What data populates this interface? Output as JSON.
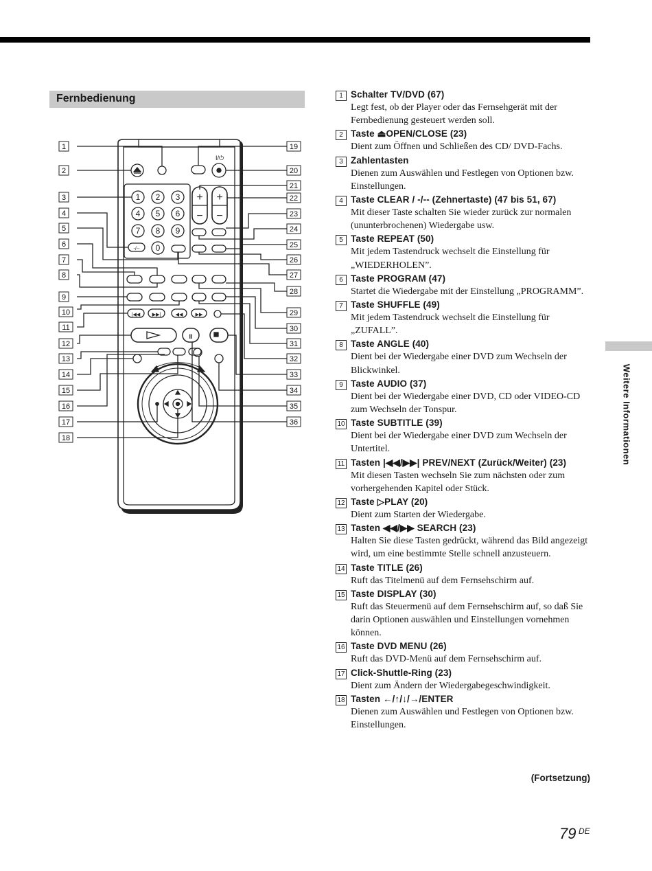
{
  "section": {
    "title": "Fernbedienung"
  },
  "remote": {
    "digits": [
      "1",
      "2",
      "3",
      "4",
      "5",
      "6",
      "7",
      "8",
      "9",
      "0"
    ],
    "clear_label": "-/--",
    "power_label": "I/⏻",
    "prev_next": [
      "|◀◀",
      "▶▶|"
    ],
    "search": [
      "◀◀",
      "▶▶"
    ],
    "play_symbol": "▷",
    "pause_symbol": "II",
    "stop_symbol": "■",
    "plus": "+",
    "minus": "−",
    "callouts_left": [
      "1",
      "2",
      "3",
      "4",
      "5",
      "6",
      "7",
      "8",
      "9",
      "10",
      "11",
      "12",
      "13",
      "14",
      "15",
      "16",
      "17",
      "18"
    ],
    "callouts_right": [
      "19",
      "20",
      "21",
      "22",
      "23",
      "24",
      "25",
      "26",
      "27",
      "28",
      "29",
      "30",
      "31",
      "32",
      "33",
      "34",
      "35",
      "36"
    ]
  },
  "entries": [
    {
      "num": "1",
      "title": "Schalter TV/DVD (67)",
      "desc": "Legt fest, ob der Player oder das Fernsehgerät mit der Fernbedienung gesteuert werden soll."
    },
    {
      "num": "2",
      "title": "Taste ⏏OPEN/CLOSE (23)",
      "desc": "Dient zum Öffnen und Schließen des CD/ DVD-Fachs."
    },
    {
      "num": "3",
      "title": "Zahlentasten",
      "desc": "Dienen zum Auswählen und Festlegen von Optionen bzw. Einstellungen."
    },
    {
      "num": "4",
      "title": "Taste CLEAR / -/-- (Zehnertaste) (47 bis 51, 67)",
      "desc": "Mit dieser Taste schalten Sie wieder zurück zur normalen (ununterbrochenen) Wiedergabe usw."
    },
    {
      "num": "5",
      "title": "Taste REPEAT (50)",
      "desc": "Mit jedem Tastendruck wechselt die Einstellung für „WIEDERHOLEN”."
    },
    {
      "num": "6",
      "title": "Taste PROGRAM (47)",
      "desc": "Startet die Wiedergabe mit der Einstellung „PROGRAMM”."
    },
    {
      "num": "7",
      "title": "Taste SHUFFLE (49)",
      "desc": "Mit jedem Tastendruck wechselt die Einstellung für „ZUFALL”."
    },
    {
      "num": "8",
      "title": "Taste ANGLE (40)",
      "desc": "Dient bei der Wiedergabe einer DVD zum Wechseln der Blickwinkel."
    },
    {
      "num": "9",
      "title": "Taste AUDIO (37)",
      "desc": "Dient bei der Wiedergabe einer DVD, CD oder VIDEO-CD zum Wechseln der Tonspur."
    },
    {
      "num": "10",
      "title": "Taste SUBTITLE (39)",
      "desc": "Dient bei der Wiedergabe einer DVD zum Wechseln der Untertitel."
    },
    {
      "num": "11",
      "title": "Tasten |◀◀/▶▶| PREV/NEXT (Zurück/Weiter) (23)",
      "desc": "Mit diesen Tasten wechseln Sie zum nächsten oder zum vorhergehenden Kapitel oder Stück."
    },
    {
      "num": "12",
      "title": "Taste ▷PLAY (20)",
      "desc": "Dient zum Starten der Wiedergabe."
    },
    {
      "num": "13",
      "title": "Tasten ◀◀/▶▶ SEARCH (23)",
      "desc": "Halten Sie diese Tasten gedrückt, während das Bild angezeigt wird, um eine bestimmte Stelle schnell anzusteuern."
    },
    {
      "num": "14",
      "title": "Taste TITLE (26)",
      "desc": "Ruft das Titelmenü auf dem Fernsehschirm auf."
    },
    {
      "num": "15",
      "title": "Taste DISPLAY (30)",
      "desc": "Ruft das Steuermenü auf dem Fernsehschirm auf, so daß Sie darin Optionen auswählen und Einstellungen vornehmen können."
    },
    {
      "num": "16",
      "title": "Taste DVD MENU (26)",
      "desc": "Ruft das DVD-Menü auf dem Fernsehschirm auf."
    },
    {
      "num": "17",
      "title": "Click-Shuttle-Ring (23)",
      "desc": "Dient zum Ändern der Wiedergabegeschwindigkeit."
    },
    {
      "num": "18",
      "title": "Tasten ←/↑/↓/→/ENTER",
      "desc": "Dienen zum Auswählen und Festlegen von Optionen bzw. Einstellungen."
    }
  ],
  "continuation": "(Fortsetzung)",
  "side_tab": {
    "label": "Weitere Informationen"
  },
  "page": {
    "number": "79",
    "lang": "DE"
  }
}
